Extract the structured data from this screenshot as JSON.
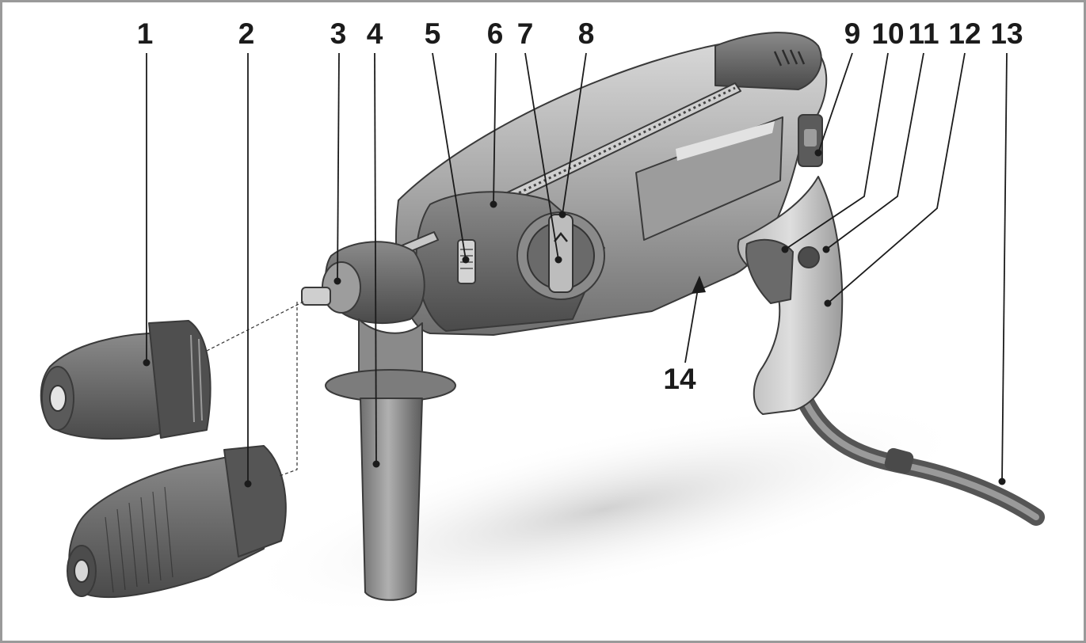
{
  "figure": {
    "parts": [
      {
        "label": "1",
        "name": "quick-change-chuck"
      },
      {
        "label": "2",
        "name": "keyless-chuck"
      },
      {
        "label": "3",
        "name": "tool-holder"
      },
      {
        "label": "4",
        "name": "auxiliary-handle"
      },
      {
        "label": "5",
        "name": "depth-stop-release-button"
      },
      {
        "label": "6",
        "name": "depth-stop"
      },
      {
        "label": "7",
        "name": "mode-selector-lock-button"
      },
      {
        "label": "8",
        "name": "mode-selector-switch"
      },
      {
        "label": "9",
        "name": "rotation-direction-switch"
      },
      {
        "label": "10",
        "name": "on-off-switch"
      },
      {
        "label": "11",
        "name": "lock-on-button"
      },
      {
        "label": "12",
        "name": "handle-grip"
      },
      {
        "label": "13",
        "name": "power-cord"
      },
      {
        "label": "14",
        "name": "dust-extraction-mount"
      }
    ]
  }
}
